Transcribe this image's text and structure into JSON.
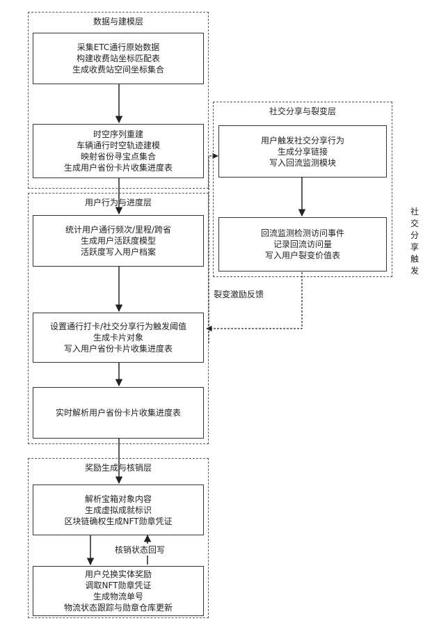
{
  "layers": {
    "data_modeling": {
      "title": "数据与建模层"
    },
    "social_share": {
      "title": "社交分享与裂变层"
    },
    "user_behavior": {
      "title": "用户行为与进度层"
    },
    "reward": {
      "title": "奖励生成与核销层"
    }
  },
  "boxes": {
    "collect": [
      "采集ETC通行原始数据",
      "构建收费站坐标匹配表",
      "生成收费站空间坐标集合"
    ],
    "timeseries": [
      "时空序列重建",
      "车辆通行时空轨迹建模",
      "映射省份寻宝点集合",
      "生成用户省份卡片收集进度表"
    ],
    "share_trigger": [
      "用户触发社交分享行为",
      "生成分享链接",
      "写入回流监测模块"
    ],
    "backflow": [
      "回流监测检测访问事件",
      "记录回流访问量",
      "写入用户裂变价值表"
    ],
    "stats": [
      "统计用户通行频次/里程/跨省",
      "生成用户活跃度模型",
      "活跃度写入用户档案"
    ],
    "threshold": [
      "设置通行打卡/社交分享行为触发阈值",
      "生成卡片对象",
      "写入用户省份卡片收集进度表"
    ],
    "realtime": [
      "实时解析用户省份卡片收集进度表"
    ],
    "treasure": [
      "解析宝箱对象内容",
      "生成虚拟成就标识",
      "区块链确权生成NFT勋章凭证"
    ],
    "redeem": [
      "用户兑换实体奖励",
      "调取NFT勋章凭证",
      "生成物流单号",
      "物流状态跟踪与勋章仓库更新"
    ]
  },
  "labels": {
    "fission_feedback": "裂变激励反馈",
    "writeback": "核销状态回写",
    "social_trigger": [
      "社",
      "交",
      "分",
      "享",
      "触",
      "发"
    ]
  }
}
